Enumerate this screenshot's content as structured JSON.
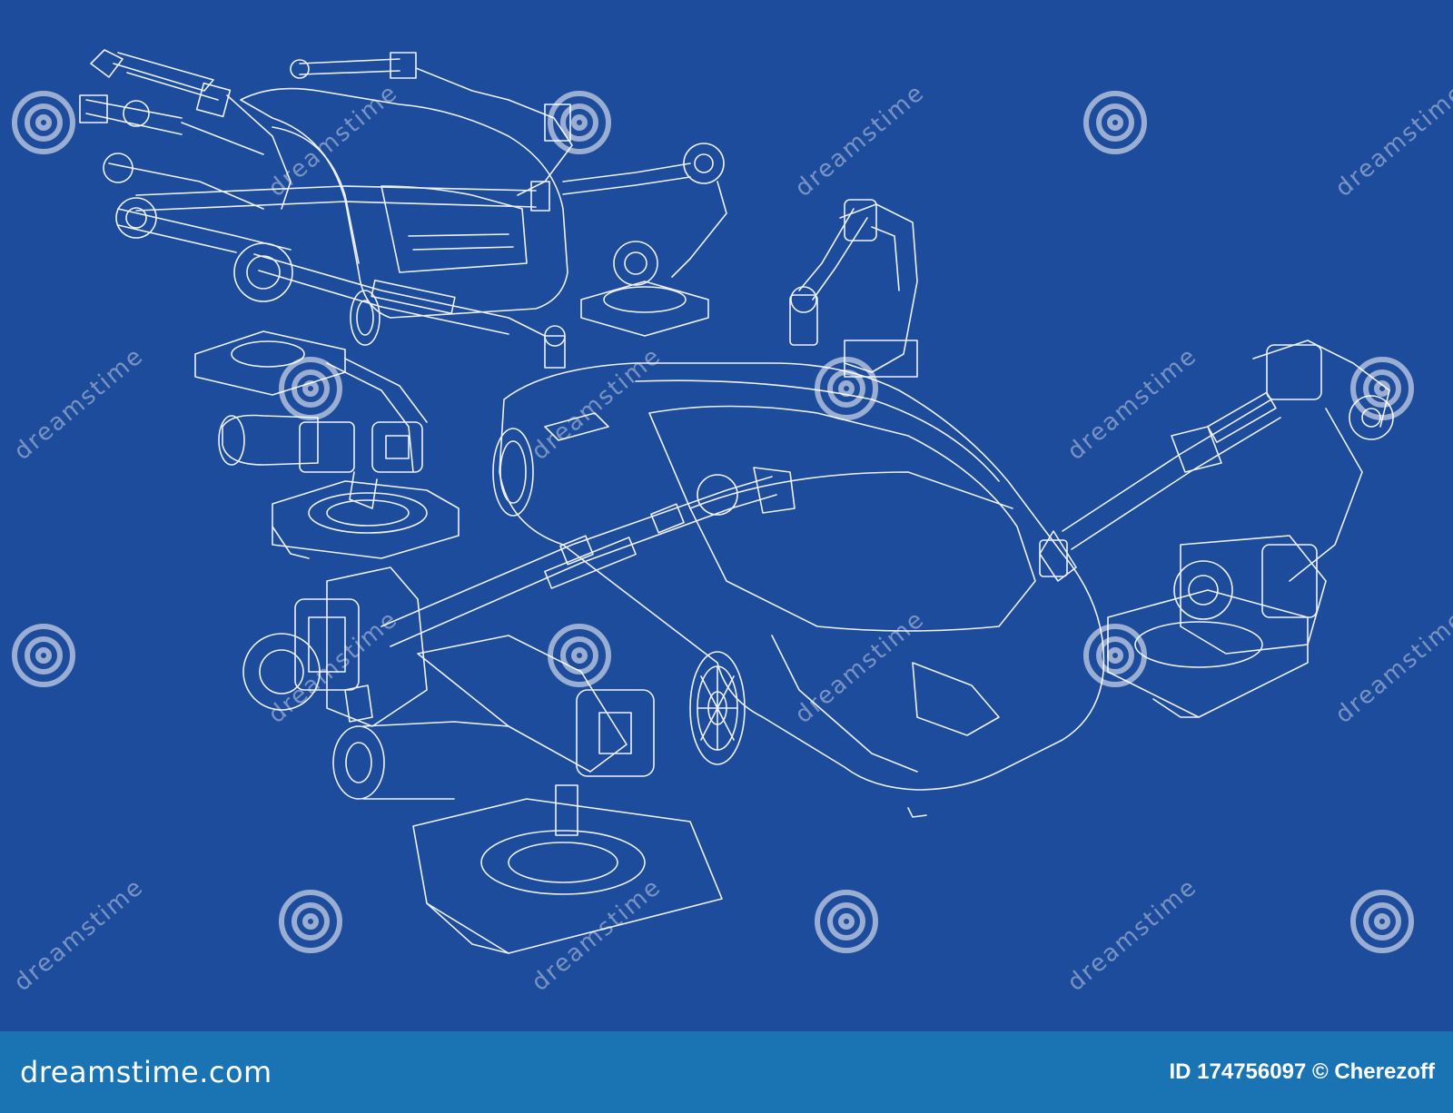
{
  "colors": {
    "background": "#1E4C9C",
    "footer": "#1A73B3",
    "line": "#FFFFFF"
  },
  "artwork": {
    "subject": "wireframe-car-with-robotic-arms",
    "icon_names": [
      "robot-arm-icon",
      "car-icon",
      "dreamstime-spiral-icon"
    ]
  },
  "watermark": {
    "text": "dreamstime"
  },
  "footer": {
    "logo": "dreamstime.com",
    "credit": "ID 174756097 © Cherezoff"
  }
}
